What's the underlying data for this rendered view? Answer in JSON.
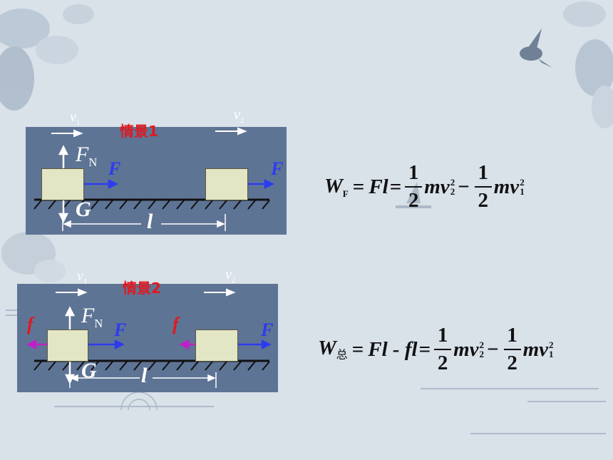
{
  "scene1": {
    "title": "情景1",
    "v1": "v",
    "v1_sub": "1",
    "v2": "v",
    "v2_sub": "2",
    "fn": "F",
    "fn_sub": "N",
    "force": "F",
    "force2": "F",
    "gravity": "G",
    "distance": "l"
  },
  "scene2": {
    "title": "情景2",
    "v1": "v",
    "v1_sub": "1",
    "v2": "v",
    "v2_sub": "2",
    "fn": "F",
    "fn_sub": "N",
    "force": "F",
    "force2": "F",
    "friction": "f",
    "friction2": "f",
    "gravity": "G",
    "distance": "l"
  },
  "formula1": {
    "lhs": "W",
    "lhs_sub": "F",
    "eq1": "=",
    "mid": "Fl",
    "eq2": "=",
    "num": "1",
    "den": "2",
    "term1": "mv",
    "term1_sup": "2",
    "term1_sub": "2",
    "minus": "−",
    "num2": "1",
    "den2": "2",
    "term2": "mv",
    "term2_sup": "2",
    "term2_sub": "1"
  },
  "formula2": {
    "lhs": "W",
    "lhs_sub": "总",
    "eq1": "=",
    "mid": "Fl - fl",
    "eq2": "=",
    "num": "1",
    "den": "2",
    "term1": "mv",
    "term1_sup": "2",
    "term1_sub": "2",
    "minus": "−",
    "num2": "1",
    "den2": "2",
    "term2": "mv",
    "term2_sup": "2",
    "term2_sub": "1"
  },
  "colors": {
    "panel": "#5e7495",
    "background": "#d9e1e9",
    "title_red": "#e0191f",
    "force_blue": "#2d3bf0",
    "friction_magenta": "#c21fc8",
    "block": "#e3e6c4"
  }
}
